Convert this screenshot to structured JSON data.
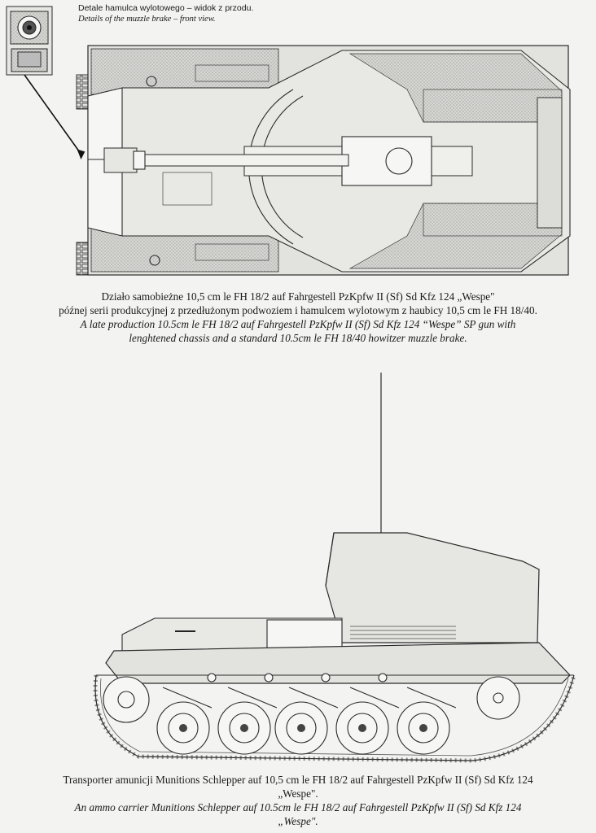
{
  "inset": {
    "caption_pl": "Detale hamulca wylotowego – widok z przodu.",
    "caption_en": "Details of the muzzle brake – front view."
  },
  "top_view": {
    "caption_pl_1": "Działo samobieżne 10,5 cm le FH 18/2 auf Fahrgestell PzKpfw II (Sf) Sd Kfz 124 „Wespe\"",
    "caption_pl_2": "późnej serii produkcyjnej z przedłużonym podwoziem i hamulcem wylotowym  z haubicy 10,5 cm le FH 18/40.",
    "caption_en_1": "A late production 10.5cm le FH 18/2 auf Fahrgestell PzKpfw II (Sf) Sd Kfz 124 “Wespe” SP gun with",
    "caption_en_2": "lenghtened chassis and a standard 10.5cm le FH 18/40 howitzer muzzle brake."
  },
  "side_view": {
    "caption_pl_1": "Transporter amunicji Munitions Schlepper auf 10,5 cm le FH 18/2 auf Fahrgestell PzKpfw II (Sf) Sd Kfz 124",
    "caption_pl_2": "„Wespe\".",
    "caption_en_1": "An ammo carrier Munitions Schlepper auf 10.5cm le FH 18/2 auf Fahrgestell PzKpfw II (Sf) Sd Kfz 124",
    "caption_en_2": "„Wespe\"."
  },
  "colors": {
    "paper": "#f3f3f1",
    "hull_fill": "#d9d9d6",
    "line": "#2a2a2a"
  }
}
